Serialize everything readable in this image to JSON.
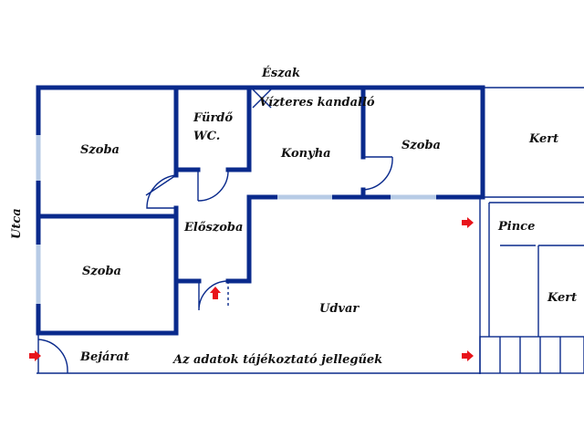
{
  "plan": {
    "north_label": "Észak",
    "street_label": "Utca",
    "fireplace_label": "Vízteres kandalló",
    "entrance_label": "Bejárat",
    "disclaimer": "Az adatok tájékoztató jellegűek",
    "rooms": {
      "room_top_left": "Szoba",
      "room_bottom_left": "Szoba",
      "bathroom_line1": "Fürdő",
      "bathroom_line2": "WC.",
      "kitchen": "Konyha",
      "room_right": "Szoba",
      "hallway": "Előszoba",
      "courtyard": "Udvar",
      "cellar": "Pince",
      "garden_top": "Kert",
      "garden_bottom": "Kert"
    },
    "colors": {
      "wall": "#0a2a8c",
      "window": "#b7cbe6",
      "arrow": "#e8141b",
      "text": "#111111"
    }
  }
}
